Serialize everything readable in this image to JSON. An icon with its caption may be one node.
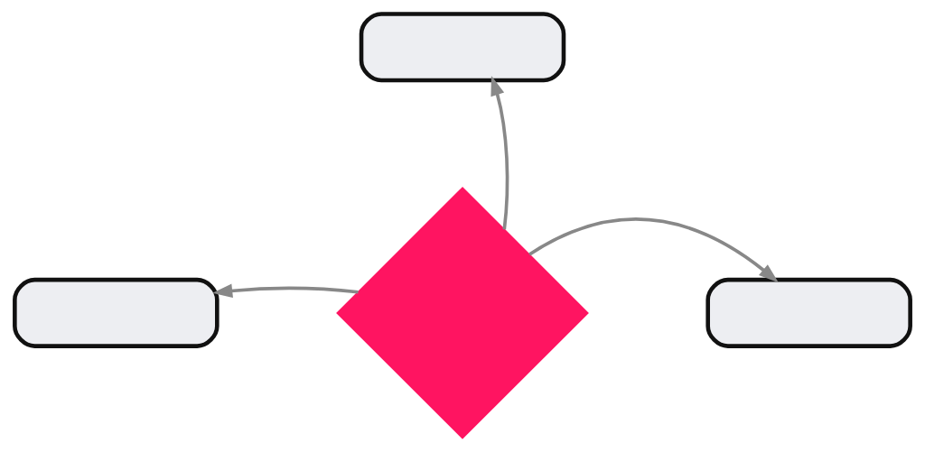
{
  "diagram": {
    "nodes": [
      {
        "text": [],
        "shape": "box"
      },
      {
        "text": [],
        "shape": "box"
      },
      {
        "text": [],
        "shape": "diamond"
      },
      {
        "text": [],
        "shape": "box"
      }
    ],
    "edges": [
      {
        "from": 2,
        "to": 0,
        "arrow": "to"
      },
      {
        "from": 2,
        "to": 1,
        "arrow": "to"
      },
      {
        "from": 2,
        "to": 3,
        "arrow": "to"
      }
    ]
  }
}
